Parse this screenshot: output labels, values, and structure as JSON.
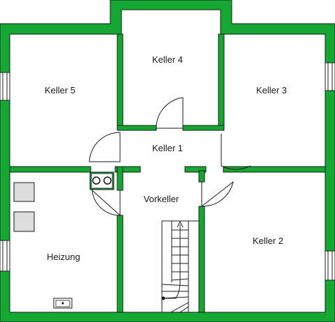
{
  "colors": {
    "wall": "#14a832",
    "outline": "#1a1a1a",
    "background": "#ffffff",
    "fixture": "#dcdcdc"
  },
  "rooms": {
    "keller4": "Keller 4",
    "keller5": "Keller 5",
    "keller3": "Keller 3",
    "keller1": "Keller 1",
    "vorkeller": "Vorkeller",
    "keller2": "Keller 2",
    "heizung": "Heizung"
  }
}
